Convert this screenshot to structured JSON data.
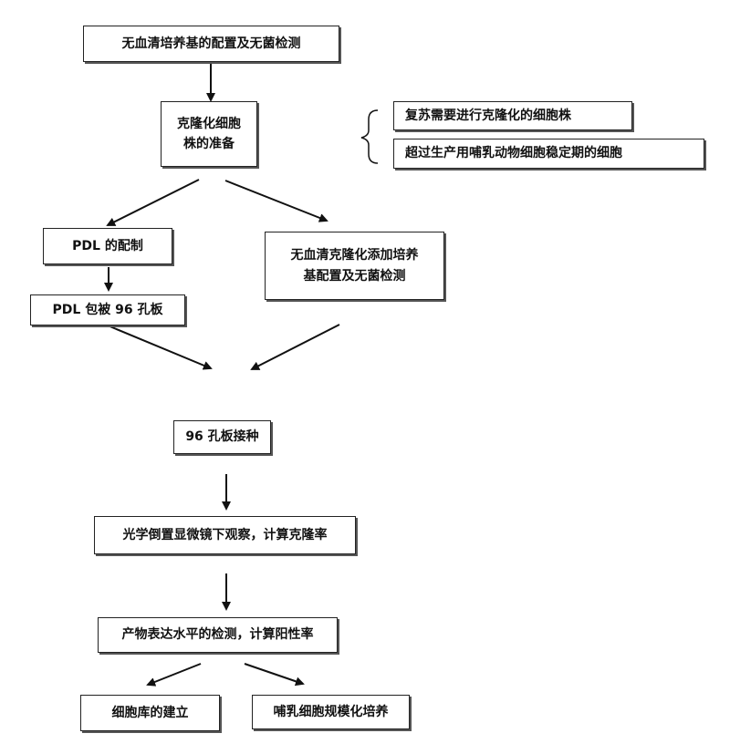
{
  "steps": {
    "s1": "无血清培养基的配置及无菌检测",
    "s2": "克隆化细胞\n株的准备",
    "note1": "复苏需要进行克隆化的细胞株",
    "note2": "超过生产用哺乳动物细胞稳定期的细胞",
    "pdl_config": "PDL 的配制",
    "pdl_coat": "PDL 包被 96 孔板",
    "serum_free": "无血清克隆化添加培养\n基配置及无菌检测",
    "seed": "96 孔板接种",
    "observe": "光学倒置显微镜下观察，计算克隆率",
    "detect": "产物表达水平的检测，计算阳性率",
    "bank": "细胞库的建立",
    "scale": "哺乳细胞规模化培养"
  }
}
